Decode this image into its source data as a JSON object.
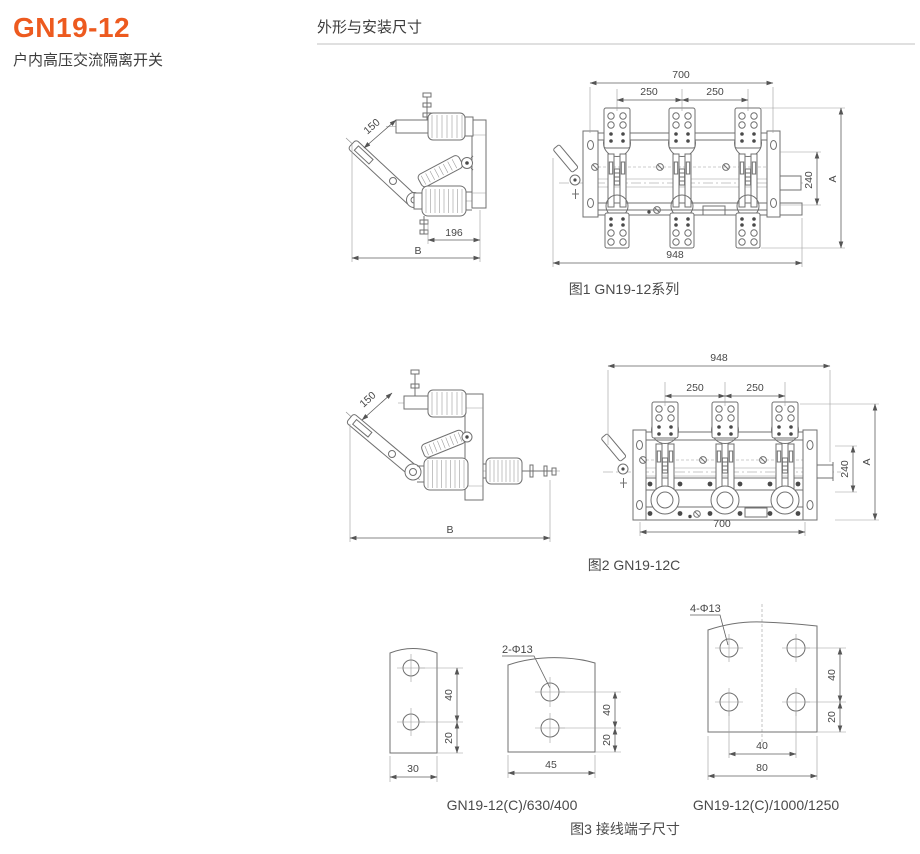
{
  "page": {
    "title": "GN19-12",
    "subtitle": "户内高压交流隔离开关",
    "section_heading": "外形与安装尺寸",
    "accent_color": "#ed5a1f"
  },
  "figures": {
    "fig1": {
      "caption": "图1 GN19-12系列",
      "side": {
        "d150": "150",
        "d196": "196",
        "dB": "B"
      },
      "front": {
        "d700": "700",
        "d250a": "250",
        "d250b": "250",
        "d240": "240",
        "dA": "A",
        "d948": "948"
      }
    },
    "fig2": {
      "caption": "图2 GN19-12C",
      "side": {
        "d150": "150",
        "dB": "B"
      },
      "front": {
        "d948": "948",
        "d250a": "250",
        "d250b": "250",
        "d240": "240",
        "dA": "A",
        "d700": "700"
      }
    },
    "fig3": {
      "caption": "图3 接线端子尺寸",
      "small": {
        "d40": "40",
        "d20": "20",
        "d30": "30"
      },
      "medium": {
        "label": "2-Φ13",
        "d40": "40",
        "d20": "20",
        "d45": "45",
        "model": "GN19-12(C)/630/400"
      },
      "large": {
        "label": "4-Φ13",
        "d40v": "40",
        "d20": "20",
        "d40h": "40",
        "d80": "80",
        "model": "GN19-12(C)/1000/1250"
      }
    }
  }
}
